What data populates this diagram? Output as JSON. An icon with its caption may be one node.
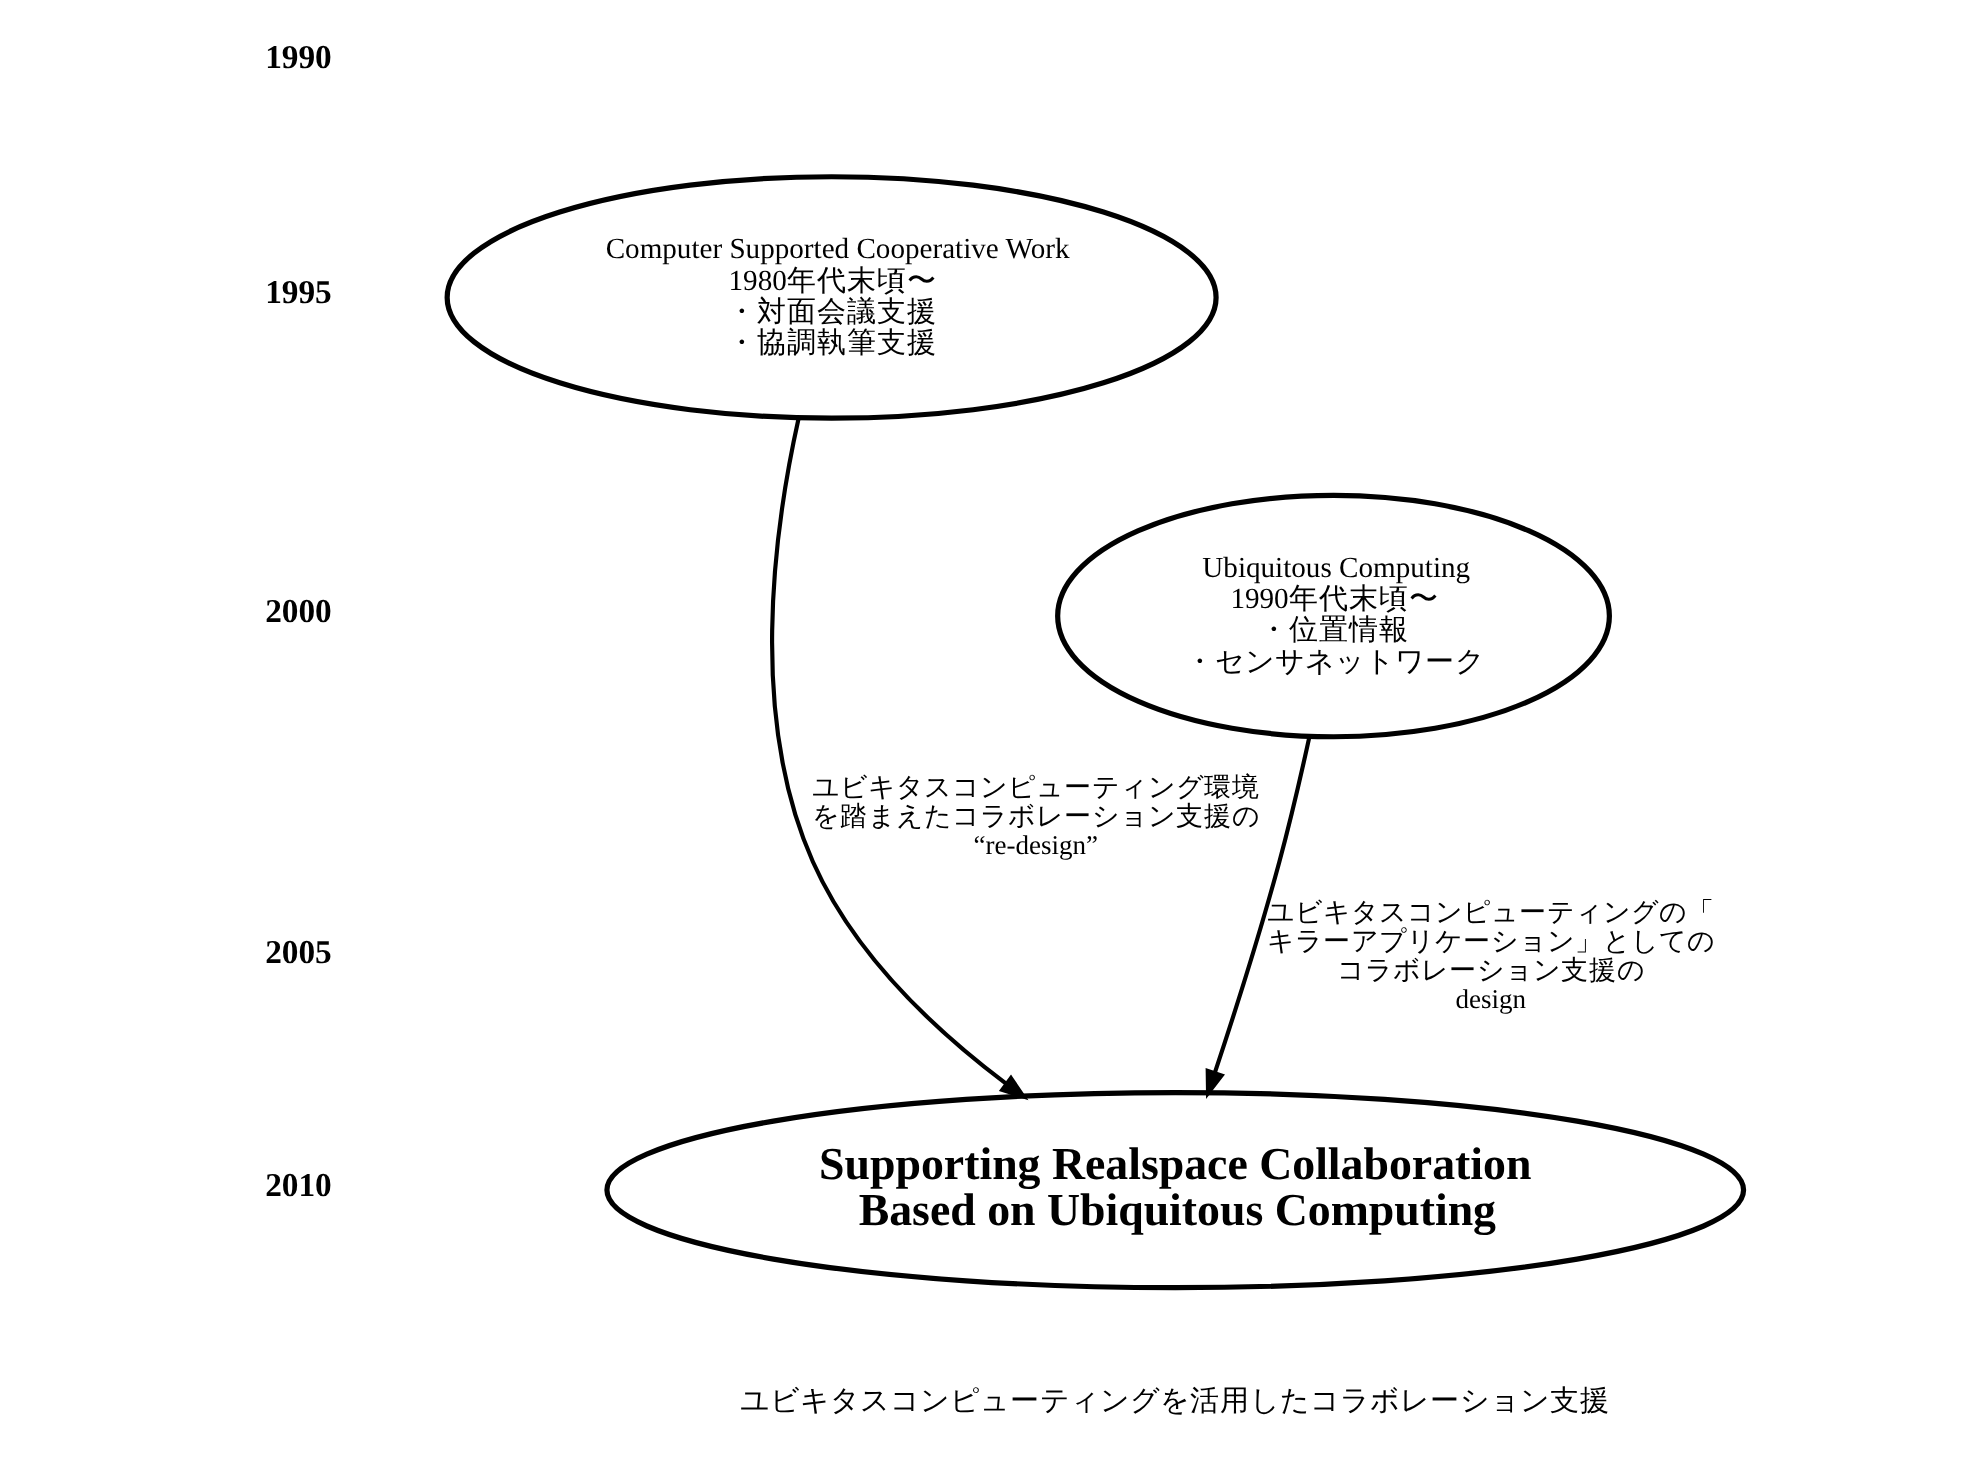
{
  "diagram": {
    "nodes": [
      {
        "text": [
          "Computer Supported Cooperative Work",
          "1980年代末頃〜",
          "・対面会議支援",
          "・協調執筆支援"
        ]
      },
      {
        "text": [
          "Ubiquitous Computing",
          "1990年代末頃〜",
          "・位置情報",
          "・センサネットワーク"
        ]
      },
      {
        "text": [
          "Supporting Realspace Collaboration Based on Ubiquitous Computing"
        ],
        "beside": [
          "ユビキタスコンピューティングを活用したコラボレーション支援"
        ]
      }
    ],
    "edges": [
      {
        "from": 0,
        "to": 2,
        "arrow": "to",
        "label": "ユビキタスコンピューティング環境を踏まえたコラボレーション支援の“re-design”"
      },
      {
        "from": 1,
        "to": 2,
        "arrow": "to",
        "label": "ユビキタスコンピューティングの「キラーアプリケーション」としてのコラボレーション支援のdesign"
      }
    ],
    "labels": [
      "1990",
      "1995",
      "2000",
      "2005",
      "2010"
    ]
  }
}
